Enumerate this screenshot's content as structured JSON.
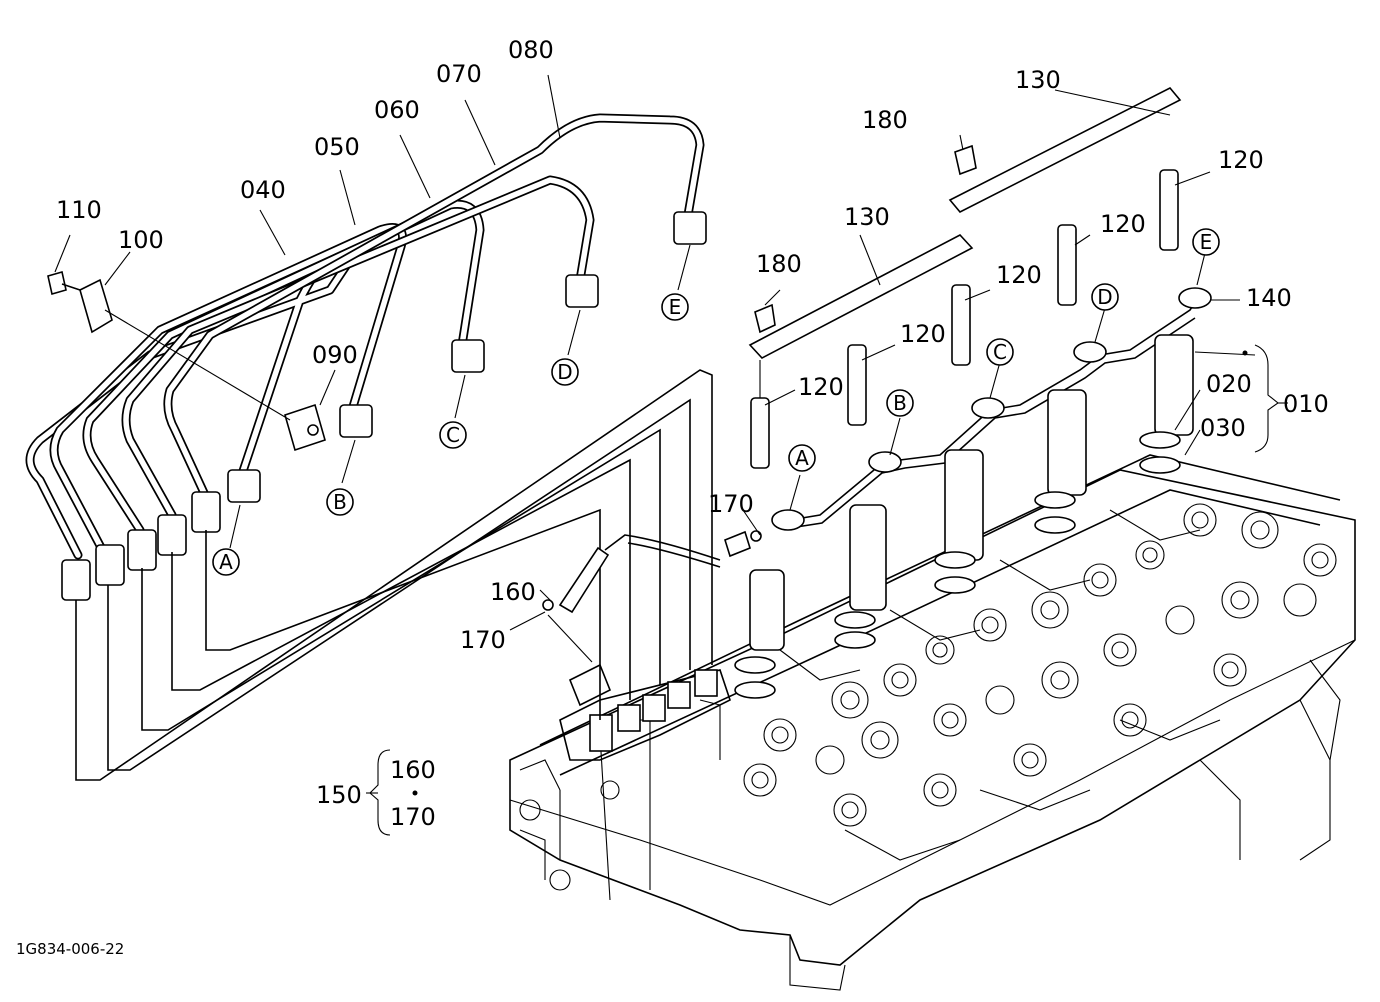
{
  "labels": {
    "p010": "010",
    "p020": "020",
    "p030": "030",
    "p040": "040",
    "p050": "050",
    "p060": "060",
    "p070": "070",
    "p080": "080",
    "p090": "090",
    "p100": "100",
    "p110": "110",
    "p120": "120",
    "p130": "130",
    "p140": "140",
    "p150": "150",
    "p160": "160",
    "p170": "170",
    "p180": "180"
  },
  "letters": {
    "A": "A",
    "B": "B",
    "C": "C",
    "D": "D",
    "E": "E"
  },
  "diagram_code": "1G834-006-22"
}
